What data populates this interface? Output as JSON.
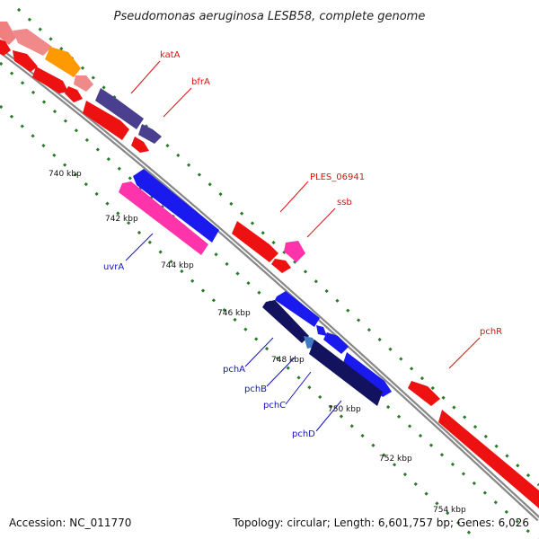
{
  "title": "Pseudomonas aeruginosa LESB58, complete genome",
  "footer": {
    "accession": "Accession: NC_011770",
    "summary": "Topology: circular; Length: 6,601,757 bp; Genes: 6,026"
  },
  "colors": {
    "forward_label": "#dd1111",
    "reverse_label": "#1111cc",
    "backbone": "#888888",
    "dotted_track": "#2a7a2a"
  },
  "kbp_ticks": [
    "740 kbp",
    "742 kbp",
    "744 kbp",
    "746 kbp",
    "748 kbp",
    "750 kbp",
    "752 kbp",
    "754 kbp"
  ],
  "gene_labels": {
    "katA": "katA",
    "bfrA": "bfrA",
    "ples": "PLES_06941",
    "ssb": "ssb",
    "uvrA": "uvrA",
    "pchR": "pchR",
    "pchA": "pchA",
    "pchB": "pchB",
    "pchC": "pchC",
    "pchD": "pchD"
  }
}
